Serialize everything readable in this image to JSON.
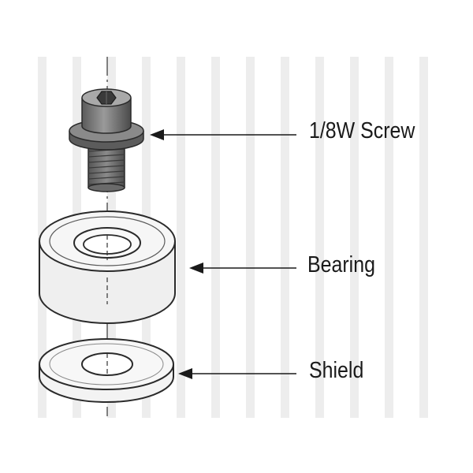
{
  "labels": {
    "screw": "1/8W Screw",
    "bearing": "Bearing",
    "shield": "Shield"
  },
  "colors": {
    "stripe": "#ececec",
    "line": "#2a2a2a",
    "bearing_fill": "#f1f1f1",
    "screw_fill": "#6f6f6f"
  }
}
